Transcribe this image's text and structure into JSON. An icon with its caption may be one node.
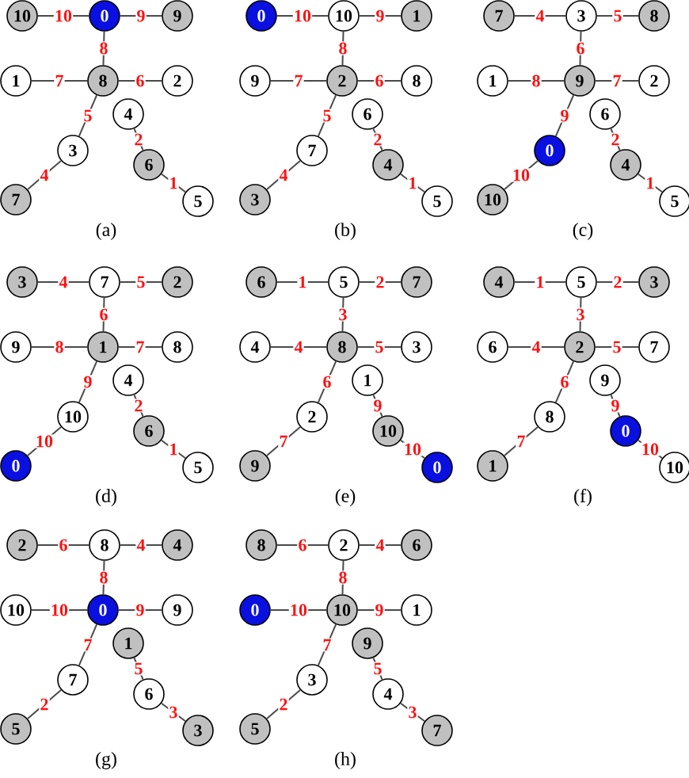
{
  "diagram": {
    "nodes": [
      {
        "text": [
          "10"
        ]
      },
      {
        "text": [
          "0"
        ]
      },
      {
        "text": [
          "9"
        ]
      },
      {
        "text": [
          "1"
        ]
      },
      {
        "text": [
          "8"
        ]
      },
      {
        "text": [
          "2"
        ]
      },
      {
        "text": [
          "4"
        ]
      },
      {
        "text": [
          "3"
        ]
      },
      {
        "text": [
          "6"
        ]
      },
      {
        "text": [
          "7"
        ]
      },
      {
        "text": [
          "5"
        ]
      },
      {
        "text": [
          "0"
        ]
      },
      {
        "text": [
          "10"
        ]
      },
      {
        "text": [
          "1"
        ]
      },
      {
        "text": [
          "9"
        ]
      },
      {
        "text": [
          "2"
        ]
      },
      {
        "text": [
          "8"
        ]
      },
      {
        "text": [
          "6"
        ]
      },
      {
        "text": [
          "7"
        ]
      },
      {
        "text": [
          "4"
        ]
      },
      {
        "text": [
          "3"
        ]
      },
      {
        "text": [
          "5"
        ]
      },
      {
        "text": [
          "7"
        ]
      },
      {
        "text": [
          "3"
        ]
      },
      {
        "text": [
          "8"
        ]
      },
      {
        "text": [
          "1"
        ]
      },
      {
        "text": [
          "9"
        ]
      },
      {
        "text": [
          "2"
        ]
      },
      {
        "text": [
          "6"
        ]
      },
      {
        "text": [
          "0"
        ]
      },
      {
        "text": [
          "4"
        ]
      },
      {
        "text": [
          "10"
        ]
      },
      {
        "text": [
          "5"
        ]
      },
      {
        "text": [
          "3"
        ]
      },
      {
        "text": [
          "7"
        ]
      },
      {
        "text": [
          "2"
        ]
      },
      {
        "text": [
          "9"
        ]
      },
      {
        "text": [
          "1"
        ]
      },
      {
        "text": [
          "8"
        ]
      },
      {
        "text": [
          "4"
        ]
      },
      {
        "text": [
          "10"
        ]
      },
      {
        "text": [
          "6"
        ]
      },
      {
        "text": [
          "0"
        ]
      },
      {
        "text": [
          "5"
        ]
      },
      {
        "text": [
          "6"
        ]
      },
      {
        "text": [
          "5"
        ]
      },
      {
        "text": [
          "7"
        ]
      },
      {
        "text": [
          "4"
        ]
      },
      {
        "text": [
          "8"
        ]
      },
      {
        "text": [
          "3"
        ]
      },
      {
        "text": [
          "1"
        ]
      },
      {
        "text": [
          "2"
        ]
      },
      {
        "text": [
          "10"
        ]
      },
      {
        "text": [
          "9"
        ]
      },
      {
        "text": [
          "0"
        ]
      },
      {
        "text": [
          "4"
        ]
      },
      {
        "text": [
          "5"
        ]
      },
      {
        "text": [
          "3"
        ]
      },
      {
        "text": [
          "6"
        ]
      },
      {
        "text": [
          "2"
        ]
      },
      {
        "text": [
          "7"
        ]
      },
      {
        "text": [
          "9"
        ]
      },
      {
        "text": [
          "8"
        ]
      },
      {
        "text": [
          "0"
        ]
      },
      {
        "text": [
          "1"
        ]
      },
      {
        "text": [
          "10"
        ]
      },
      {
        "text": [
          "2"
        ]
      },
      {
        "text": [
          "8"
        ]
      },
      {
        "text": [
          "4"
        ]
      },
      {
        "text": [
          "10"
        ]
      },
      {
        "text": [
          "0"
        ]
      },
      {
        "text": [
          "9"
        ]
      },
      {
        "text": [
          "1"
        ]
      },
      {
        "text": [
          "7"
        ]
      },
      {
        "text": [
          "6"
        ]
      },
      {
        "text": [
          "5"
        ]
      },
      {
        "text": [
          "3"
        ]
      },
      {
        "text": [
          "8"
        ]
      },
      {
        "text": [
          "2"
        ]
      },
      {
        "text": [
          "6"
        ]
      },
      {
        "text": [
          "0"
        ]
      },
      {
        "text": [
          "10"
        ]
      },
      {
        "text": [
          "1"
        ]
      },
      {
        "text": [
          "9"
        ]
      },
      {
        "text": [
          "3"
        ]
      },
      {
        "text": [
          "4"
        ]
      },
      {
        "text": [
          "5"
        ]
      },
      {
        "text": [
          "7"
        ]
      }
    ],
    "edges": [
      {
        "from": 0,
        "to": 1,
        "arrow": "none",
        "label": "10"
      },
      {
        "from": 1,
        "to": 2,
        "arrow": "none",
        "label": "9"
      },
      {
        "from": 1,
        "to": 4,
        "arrow": "none",
        "label": "8"
      },
      {
        "from": 3,
        "to": 4,
        "arrow": "none",
        "label": "7"
      },
      {
        "from": 4,
        "to": 5,
        "arrow": "none",
        "label": "6"
      },
      {
        "from": 4,
        "to": 7,
        "arrow": "none",
        "label": "5"
      },
      {
        "from": 7,
        "to": 9,
        "arrow": "none",
        "label": "4"
      },
      {
        "from": 6,
        "to": 8,
        "arrow": "none",
        "label": "2"
      },
      {
        "from": 8,
        "to": 10,
        "arrow": "none",
        "label": "1"
      },
      {
        "from": 11,
        "to": 12,
        "arrow": "none",
        "label": "10"
      },
      {
        "from": 12,
        "to": 13,
        "arrow": "none",
        "label": "9"
      },
      {
        "from": 12,
        "to": 15,
        "arrow": "none",
        "label": "8"
      },
      {
        "from": 14,
        "to": 15,
        "arrow": "none",
        "label": "7"
      },
      {
        "from": 15,
        "to": 16,
        "arrow": "none",
        "label": "6"
      },
      {
        "from": 15,
        "to": 18,
        "arrow": "none",
        "label": "5"
      },
      {
        "from": 18,
        "to": 20,
        "arrow": "none",
        "label": "4"
      },
      {
        "from": 17,
        "to": 19,
        "arrow": "none",
        "label": "2"
      },
      {
        "from": 19,
        "to": 21,
        "arrow": "none",
        "label": "1"
      },
      {
        "from": 22,
        "to": 23,
        "arrow": "none",
        "label": "4"
      },
      {
        "from": 23,
        "to": 24,
        "arrow": "none",
        "label": "5"
      },
      {
        "from": 23,
        "to": 26,
        "arrow": "none",
        "label": "6"
      },
      {
        "from": 25,
        "to": 26,
        "arrow": "none",
        "label": "8"
      },
      {
        "from": 26,
        "to": 27,
        "arrow": "none",
        "label": "7"
      },
      {
        "from": 26,
        "to": 29,
        "arrow": "none",
        "label": "9"
      },
      {
        "from": 29,
        "to": 31,
        "arrow": "none",
        "label": "10"
      },
      {
        "from": 28,
        "to": 30,
        "arrow": "none",
        "label": "2"
      },
      {
        "from": 30,
        "to": 32,
        "arrow": "none",
        "label": "1"
      },
      {
        "from": 33,
        "to": 34,
        "arrow": "none",
        "label": "4"
      },
      {
        "from": 34,
        "to": 35,
        "arrow": "none",
        "label": "5"
      },
      {
        "from": 34,
        "to": 37,
        "arrow": "none",
        "label": "6"
      },
      {
        "from": 36,
        "to": 37,
        "arrow": "none",
        "label": "8"
      },
      {
        "from": 37,
        "to": 38,
        "arrow": "none",
        "label": "7"
      },
      {
        "from": 37,
        "to": 40,
        "arrow": "none",
        "label": "9"
      },
      {
        "from": 40,
        "to": 42,
        "arrow": "none",
        "label": "10"
      },
      {
        "from": 39,
        "to": 41,
        "arrow": "none",
        "label": "2"
      },
      {
        "from": 41,
        "to": 43,
        "arrow": "none",
        "label": "1"
      },
      {
        "from": 44,
        "to": 45,
        "arrow": "none",
        "label": "1"
      },
      {
        "from": 45,
        "to": 46,
        "arrow": "none",
        "label": "2"
      },
      {
        "from": 45,
        "to": 48,
        "arrow": "none",
        "label": "3"
      },
      {
        "from": 47,
        "to": 48,
        "arrow": "none",
        "label": "4"
      },
      {
        "from": 48,
        "to": 49,
        "arrow": "none",
        "label": "5"
      },
      {
        "from": 48,
        "to": 51,
        "arrow": "none",
        "label": "6"
      },
      {
        "from": 51,
        "to": 53,
        "arrow": "none",
        "label": "7"
      },
      {
        "from": 50,
        "to": 52,
        "arrow": "none",
        "label": "9"
      },
      {
        "from": 52,
        "to": 54,
        "arrow": "none",
        "label": "10"
      },
      {
        "from": 55,
        "to": 56,
        "arrow": "none",
        "label": "1"
      },
      {
        "from": 56,
        "to": 57,
        "arrow": "none",
        "label": "2"
      },
      {
        "from": 56,
        "to": 59,
        "arrow": "none",
        "label": "3"
      },
      {
        "from": 58,
        "to": 59,
        "arrow": "none",
        "label": "4"
      },
      {
        "from": 59,
        "to": 60,
        "arrow": "none",
        "label": "5"
      },
      {
        "from": 59,
        "to": 62,
        "arrow": "none",
        "label": "6"
      },
      {
        "from": 62,
        "to": 64,
        "arrow": "none",
        "label": "7"
      },
      {
        "from": 61,
        "to": 63,
        "arrow": "none",
        "label": "9"
      },
      {
        "from": 63,
        "to": 65,
        "arrow": "none",
        "label": "10"
      },
      {
        "from": 66,
        "to": 67,
        "arrow": "none",
        "label": "6"
      },
      {
        "from": 67,
        "to": 68,
        "arrow": "none",
        "label": "4"
      },
      {
        "from": 67,
        "to": 70,
        "arrow": "none",
        "label": "8"
      },
      {
        "from": 69,
        "to": 70,
        "arrow": "none",
        "label": "10"
      },
      {
        "from": 70,
        "to": 71,
        "arrow": "none",
        "label": "9"
      },
      {
        "from": 70,
        "to": 73,
        "arrow": "none",
        "label": "7"
      },
      {
        "from": 73,
        "to": 75,
        "arrow": "none",
        "label": "2"
      },
      {
        "from": 72,
        "to": 74,
        "arrow": "none",
        "label": "5"
      },
      {
        "from": 74,
        "to": 76,
        "arrow": "none",
        "label": "3"
      },
      {
        "from": 77,
        "to": 78,
        "arrow": "none",
        "label": "6"
      },
      {
        "from": 78,
        "to": 79,
        "arrow": "none",
        "label": "4"
      },
      {
        "from": 78,
        "to": 81,
        "arrow": "none",
        "label": "8"
      },
      {
        "from": 80,
        "to": 81,
        "arrow": "none",
        "label": "10"
      },
      {
        "from": 81,
        "to": 82,
        "arrow": "none",
        "label": "9"
      },
      {
        "from": 81,
        "to": 84,
        "arrow": "none",
        "label": "7"
      },
      {
        "from": 84,
        "to": 86,
        "arrow": "none",
        "label": "2"
      },
      {
        "from": 83,
        "to": 85,
        "arrow": "none",
        "label": "5"
      },
      {
        "from": 85,
        "to": 87,
        "arrow": "none",
        "label": "3"
      }
    ],
    "labels": [
      "(a)",
      "(b)",
      "(c)",
      "(d)",
      "(e)",
      "(f)",
      "(g)",
      "(h)"
    ]
  }
}
